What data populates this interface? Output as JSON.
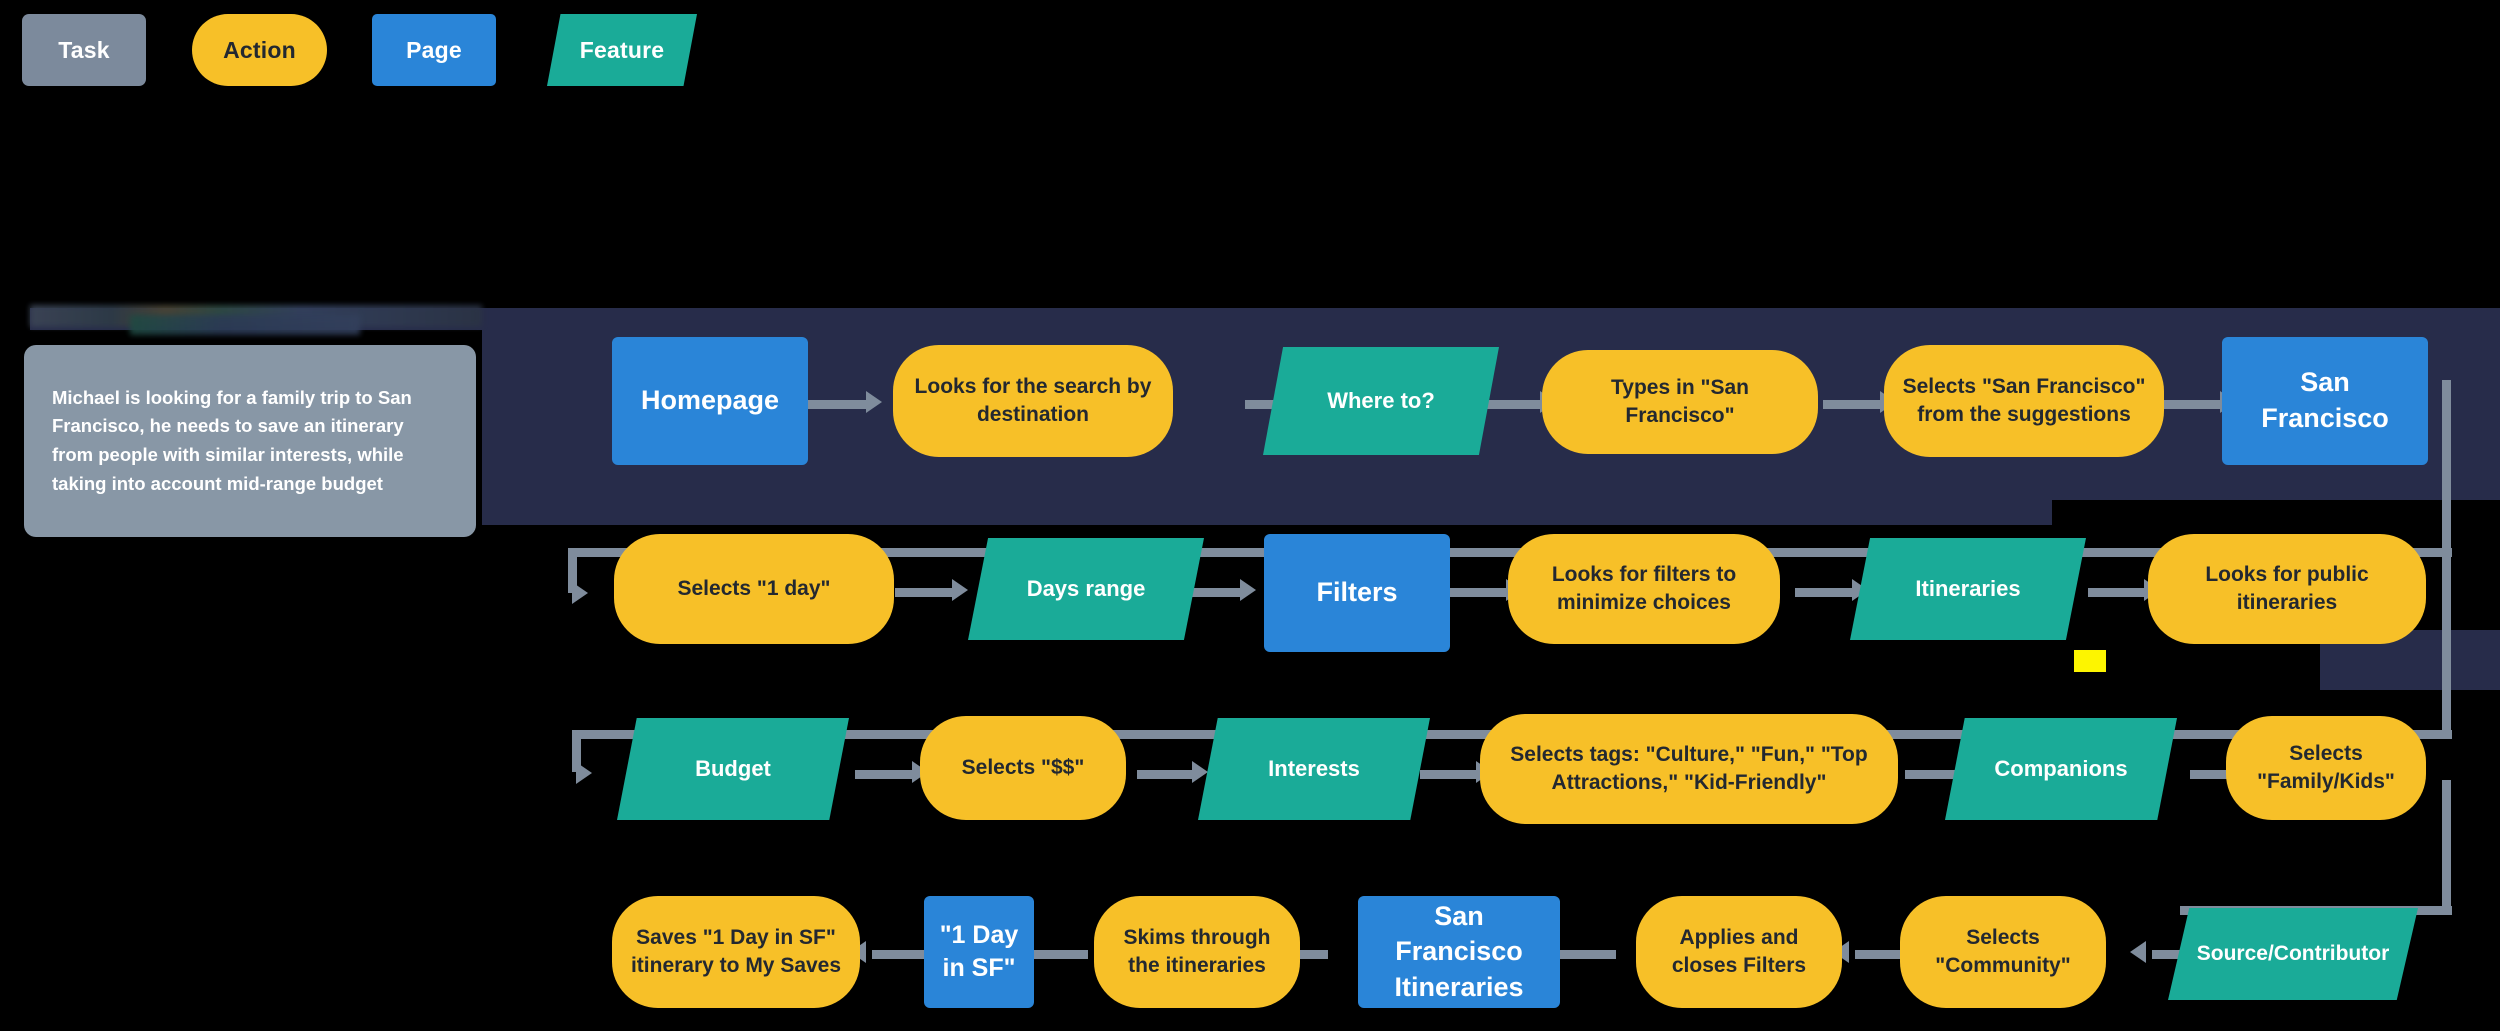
{
  "legend": {
    "items": [
      {
        "label": "Task",
        "type": "task"
      },
      {
        "label": "Action",
        "type": "action"
      },
      {
        "label": "Page",
        "type": "page"
      },
      {
        "label": "Feature",
        "type": "feature"
      }
    ]
  },
  "task_card": {
    "text": "Michael is looking for a family trip to San Francisco, he needs to save an itinerary from people with similar interests, while taking into account mid-range budget"
  },
  "flow": {
    "row1": [
      {
        "label": "Homepage",
        "type": "page"
      },
      {
        "label": "Looks for the search by destination",
        "type": "action"
      },
      {
        "label": "Where to?",
        "type": "feature"
      },
      {
        "label": "Types in \"San Francisco\"",
        "type": "action"
      },
      {
        "label": "Selects \"San Francisco\" from the suggestions",
        "type": "action"
      },
      {
        "label": "San Francisco",
        "type": "page"
      }
    ],
    "row2": [
      {
        "label": "Selects \"1 day\"",
        "type": "action"
      },
      {
        "label": "Days range",
        "type": "feature"
      },
      {
        "label": "Filters",
        "type": "page"
      },
      {
        "label": "Looks for filters to minimize choices",
        "type": "action"
      },
      {
        "label": "Itineraries",
        "type": "feature"
      },
      {
        "label": "Looks for public itineraries",
        "type": "action"
      }
    ],
    "row3": [
      {
        "label": "Budget",
        "type": "feature"
      },
      {
        "label": "Selects \"$$\"",
        "type": "action"
      },
      {
        "label": "Interests",
        "type": "feature"
      },
      {
        "label": "Selects tags: \"Culture,\" \"Fun,\" \"Top Attractions,\" \"Kid-Friendly\"",
        "type": "action"
      },
      {
        "label": "Companions",
        "type": "feature"
      },
      {
        "label": "Selects \"Family/Kids\"",
        "type": "action"
      }
    ],
    "row4": [
      {
        "label": "Saves \"1 Day in SF\" itinerary to My Saves",
        "type": "action"
      },
      {
        "label": "\"1 Day in SF\"",
        "type": "page"
      },
      {
        "label": "Skims through the itineraries",
        "type": "action"
      },
      {
        "label": "San Francisco Itineraries",
        "type": "page"
      },
      {
        "label": "Applies and closes Filters",
        "type": "action"
      },
      {
        "label": "Selects \"Community\"",
        "type": "action"
      },
      {
        "label": "Source/Contributor",
        "type": "feature"
      }
    ]
  },
  "colors": {
    "task": "#7c8a9c",
    "action": "#f7c028",
    "page": "#2a85d8",
    "feature": "#1aab98",
    "canvas": "#000000",
    "panel": "#272c4a",
    "connector": "#7f8c9c"
  }
}
